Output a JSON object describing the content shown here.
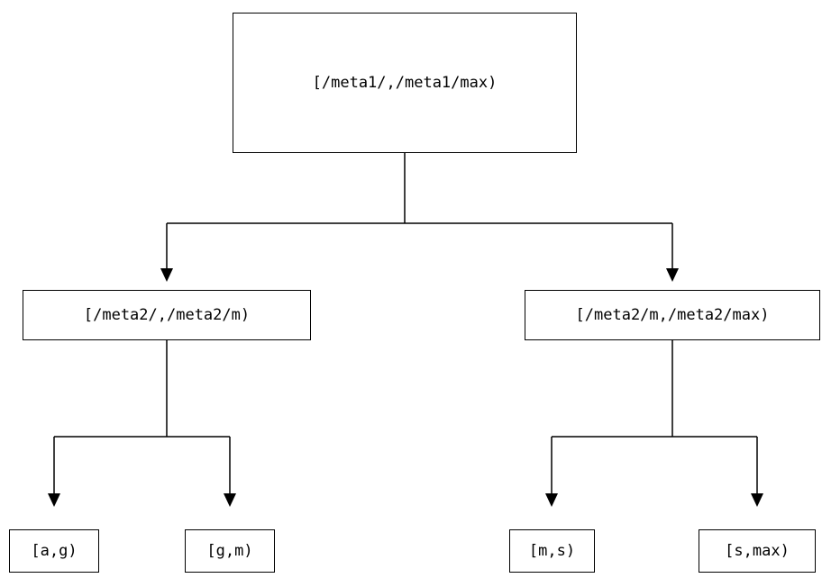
{
  "diagram": {
    "title": "interval-partition-tree",
    "colors": {
      "background": "#ffffff",
      "line": "#000000",
      "box_border": "#000000",
      "box_fill": "#ffffff",
      "text": "#000000"
    },
    "root": {
      "label": "[/meta1/,/meta1/max)"
    },
    "level2": [
      {
        "label": "[/meta2/,/meta2/m)"
      },
      {
        "label": "[/meta2/m,/meta2/max)"
      }
    ],
    "leaves": [
      {
        "label": "[a,g)"
      },
      {
        "label": "[g,m)"
      },
      {
        "label": "[m,s)"
      },
      {
        "label": "[s,max)"
      }
    ]
  }
}
